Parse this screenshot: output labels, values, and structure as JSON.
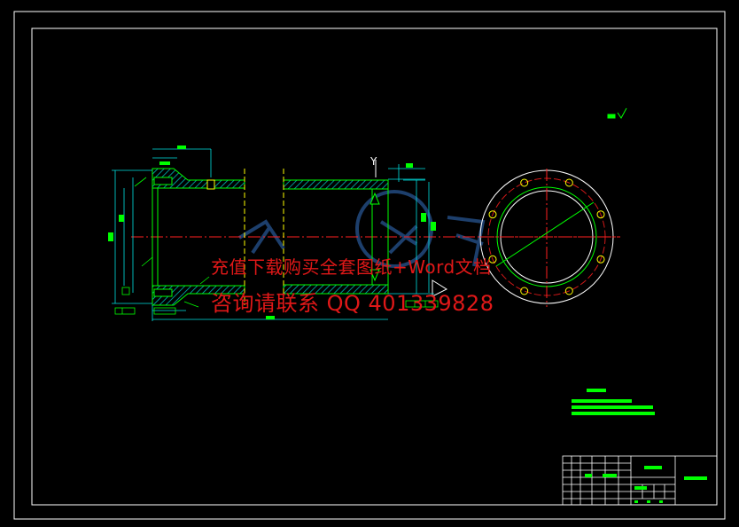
{
  "drawing": {
    "watermark_line1": "充值下载购买全套图纸+Word文档",
    "watermark_line2": "咨询请联系 QQ 401339828",
    "section_marker_top": "Y",
    "colors": {
      "background": "#000000",
      "frame": "#ffffff",
      "outline": "#00ff00",
      "dimension": "#00e0e0",
      "hatch": "#00b8b8",
      "centerline": "#ff2020",
      "pitch_circle": "#d01818",
      "yellow": "#ffff00",
      "watermark_text": "#e01818",
      "watermark_logo": "#2a5a9a"
    },
    "icons": [
      "roughness-symbol-icon",
      "watermark-logo-icon"
    ]
  }
}
